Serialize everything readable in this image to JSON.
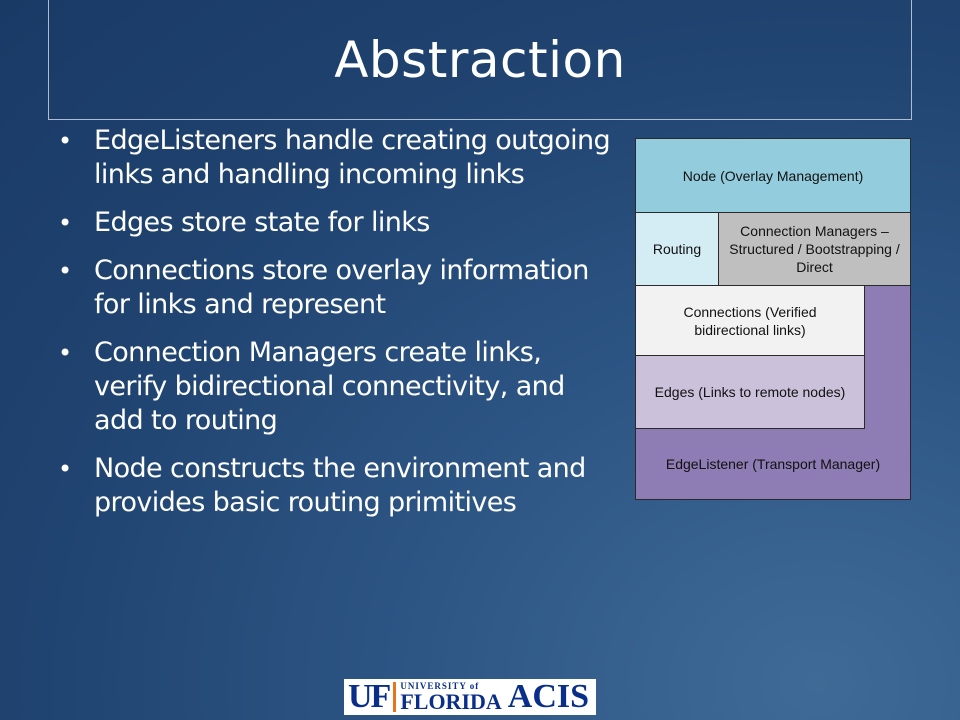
{
  "slide": {
    "title": "Abstraction",
    "bullets": [
      "EdgeListeners handle creating outgoing links and handling incoming links",
      "Edges store state for links",
      "Connections store overlay information for links and represent",
      "Connection Managers create links, verify bidirectional connectivity, and add to routing",
      "Node constructs the environment and provides basic routing primitives"
    ]
  },
  "diagram": {
    "node": "Node (Overlay Management)",
    "routing": "Routing",
    "connection_managers": "Connection Managers – Structured / Bootstrapping / Direct",
    "connections": "Connections (Verified bidirectional links)",
    "edges": "Edges (Links to remote nodes)",
    "edge_listener": "EdgeListener (Transport Manager)",
    "colors": {
      "node": "#93cddd",
      "routing": "#d4ecf3",
      "connection_managers": "#bfbfbf",
      "connections": "#f2f2f2",
      "edges": "#ccc1da",
      "edge_listener": "#8e7cb5"
    }
  },
  "logo": {
    "uf": "UF",
    "university_of": "UNIVERSITY of",
    "florida": "FLORIDA",
    "acis": "ACIS"
  }
}
